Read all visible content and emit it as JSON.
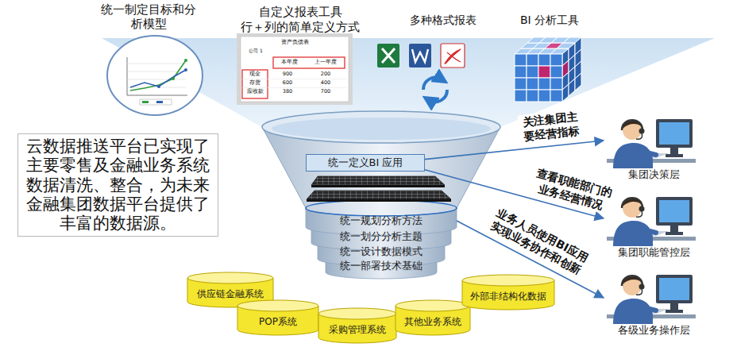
{
  "diagram": {
    "nodes": [
      {
        "text": [
          "云数据推送平台已实现了 主要零售及金融业务系统 数据清洗、整合，为未来 金融集团数据平台提供了 丰富的数据源。"
        ]
      },
      {
        "text": [
          "统一定义BI 应用"
        ]
      },
      {
        "text": [
          "统一规划分析方法"
        ]
      },
      {
        "text": [
          "统一划分分析主题"
        ]
      },
      {
        "text": [
          "统一设计数据模式"
        ]
      },
      {
        "text": [
          "统一部署技术基础"
        ]
      },
      {
        "text": [
          "供应链金融系统"
        ]
      },
      {
        "text": [
          "POP系统"
        ]
      },
      {
        "text": [
          "采购管理系统"
        ]
      },
      {
        "text": [
          "其他业务系统"
        ]
      },
      {
        "text": [
          "外部非结构化数据"
        ]
      },
      {
        "text": [
          "集团决策层"
        ]
      },
      {
        "text": [
          "集团职能管控层"
        ]
      },
      {
        "text": [
          "各级业务操作层"
        ]
      }
    ],
    "edges": [
      {
        "from": 1,
        "to": 11,
        "label": "关注集团主 要经营指标",
        "arrow": "to"
      },
      {
        "from": 1,
        "to": 12,
        "label": "查看职能部门的 业务经营情况",
        "arrow": "to"
      },
      {
        "from": 2,
        "to": 13,
        "label": "业务人员使用BI应用 实现业务协作和创新",
        "arrow": "to"
      }
    ],
    "labels": [
      "统一制定目标和分 析模型",
      "自定义报表工具",
      "行＋列的简单定义方式",
      "多种格式报表",
      "BI 分析工具",
      "资产负债表",
      "公司 1",
      "本年度",
      "上一年度",
      "现金",
      "存货",
      "应收款",
      "900",
      "200",
      "600",
      "400",
      "380",
      "700"
    ]
  }
}
